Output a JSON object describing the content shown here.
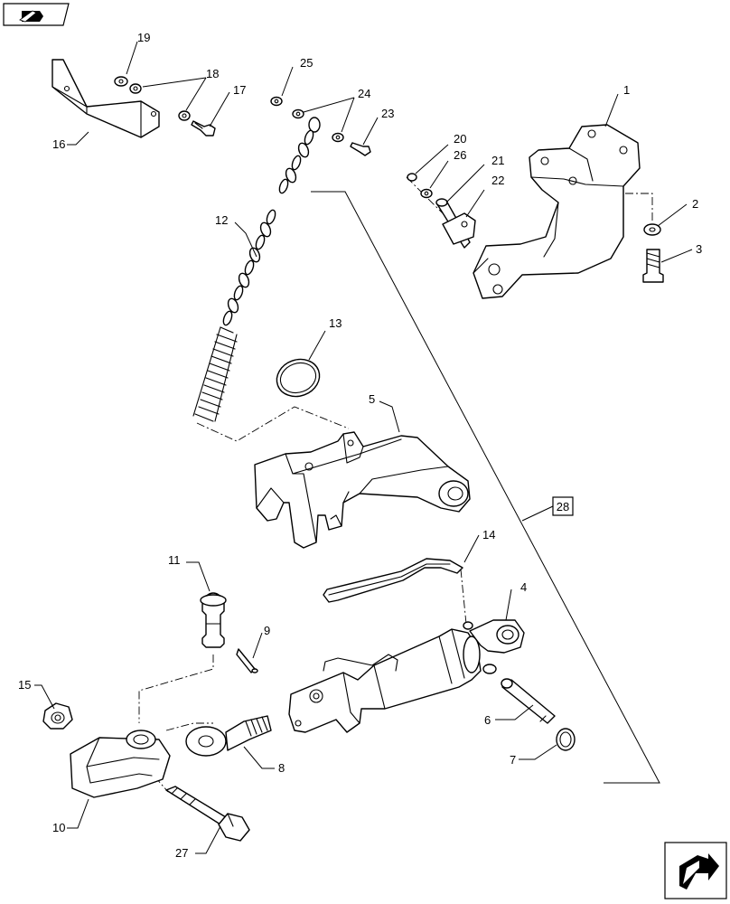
{
  "reference_box": "28",
  "callouts": [
    "1",
    "2",
    "3",
    "4",
    "5",
    "6",
    "7",
    "8",
    "9",
    "10",
    "11",
    "12",
    "13",
    "14",
    "15",
    "16",
    "17",
    "18",
    "19",
    "20",
    "21",
    "22",
    "23",
    "24",
    "25",
    "26",
    "27"
  ],
  "icons": {
    "top_left": "book-arrow-icon",
    "bottom_right": "next-page-arrow-icon"
  }
}
